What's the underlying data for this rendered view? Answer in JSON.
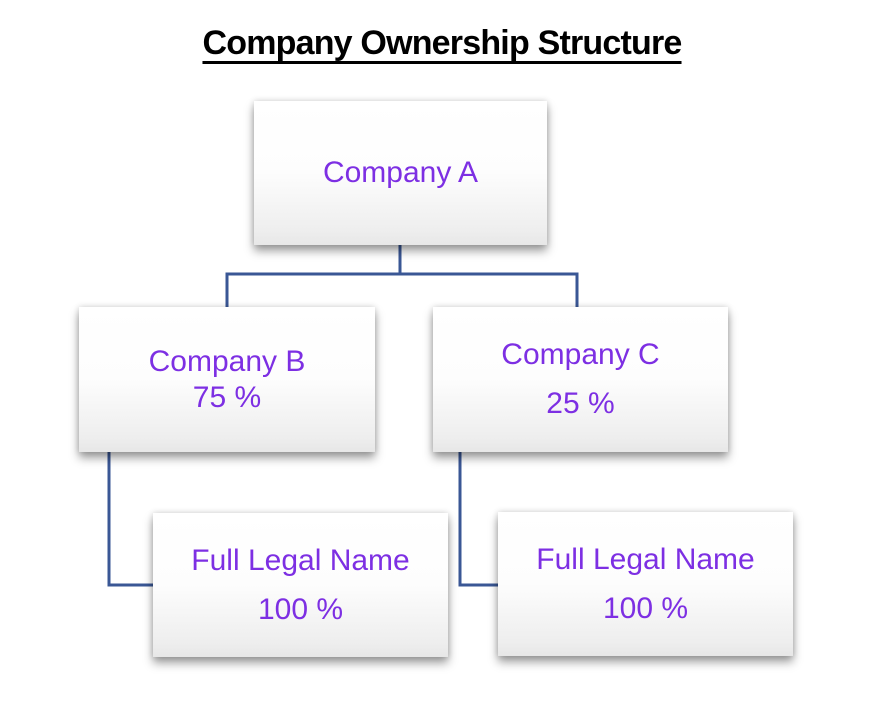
{
  "title": "Company Ownership Structure",
  "colors": {
    "node_text": "#7D2FE3",
    "connector": "#3A5795",
    "title_text": "#000000",
    "node_fill_top": "#ffffff",
    "node_fill_bottom": "#e7e7e7"
  },
  "nodes": [
    {
      "name": "Company A"
    },
    {
      "name": "Company B",
      "ownership": "75 %"
    },
    {
      "name": "Company C",
      "ownership": "25 %"
    },
    {
      "name": "Full Legal Name",
      "ownership": "100 %"
    },
    {
      "name": "Full Legal Name",
      "ownership": "100 %"
    }
  ],
  "edges": [
    {
      "from": "Company A",
      "to": "Company B"
    },
    {
      "from": "Company A",
      "to": "Company C"
    },
    {
      "from": "Company B",
      "to": "Full Legal Name"
    },
    {
      "from": "Company C",
      "to": "Full Legal Name"
    }
  ]
}
